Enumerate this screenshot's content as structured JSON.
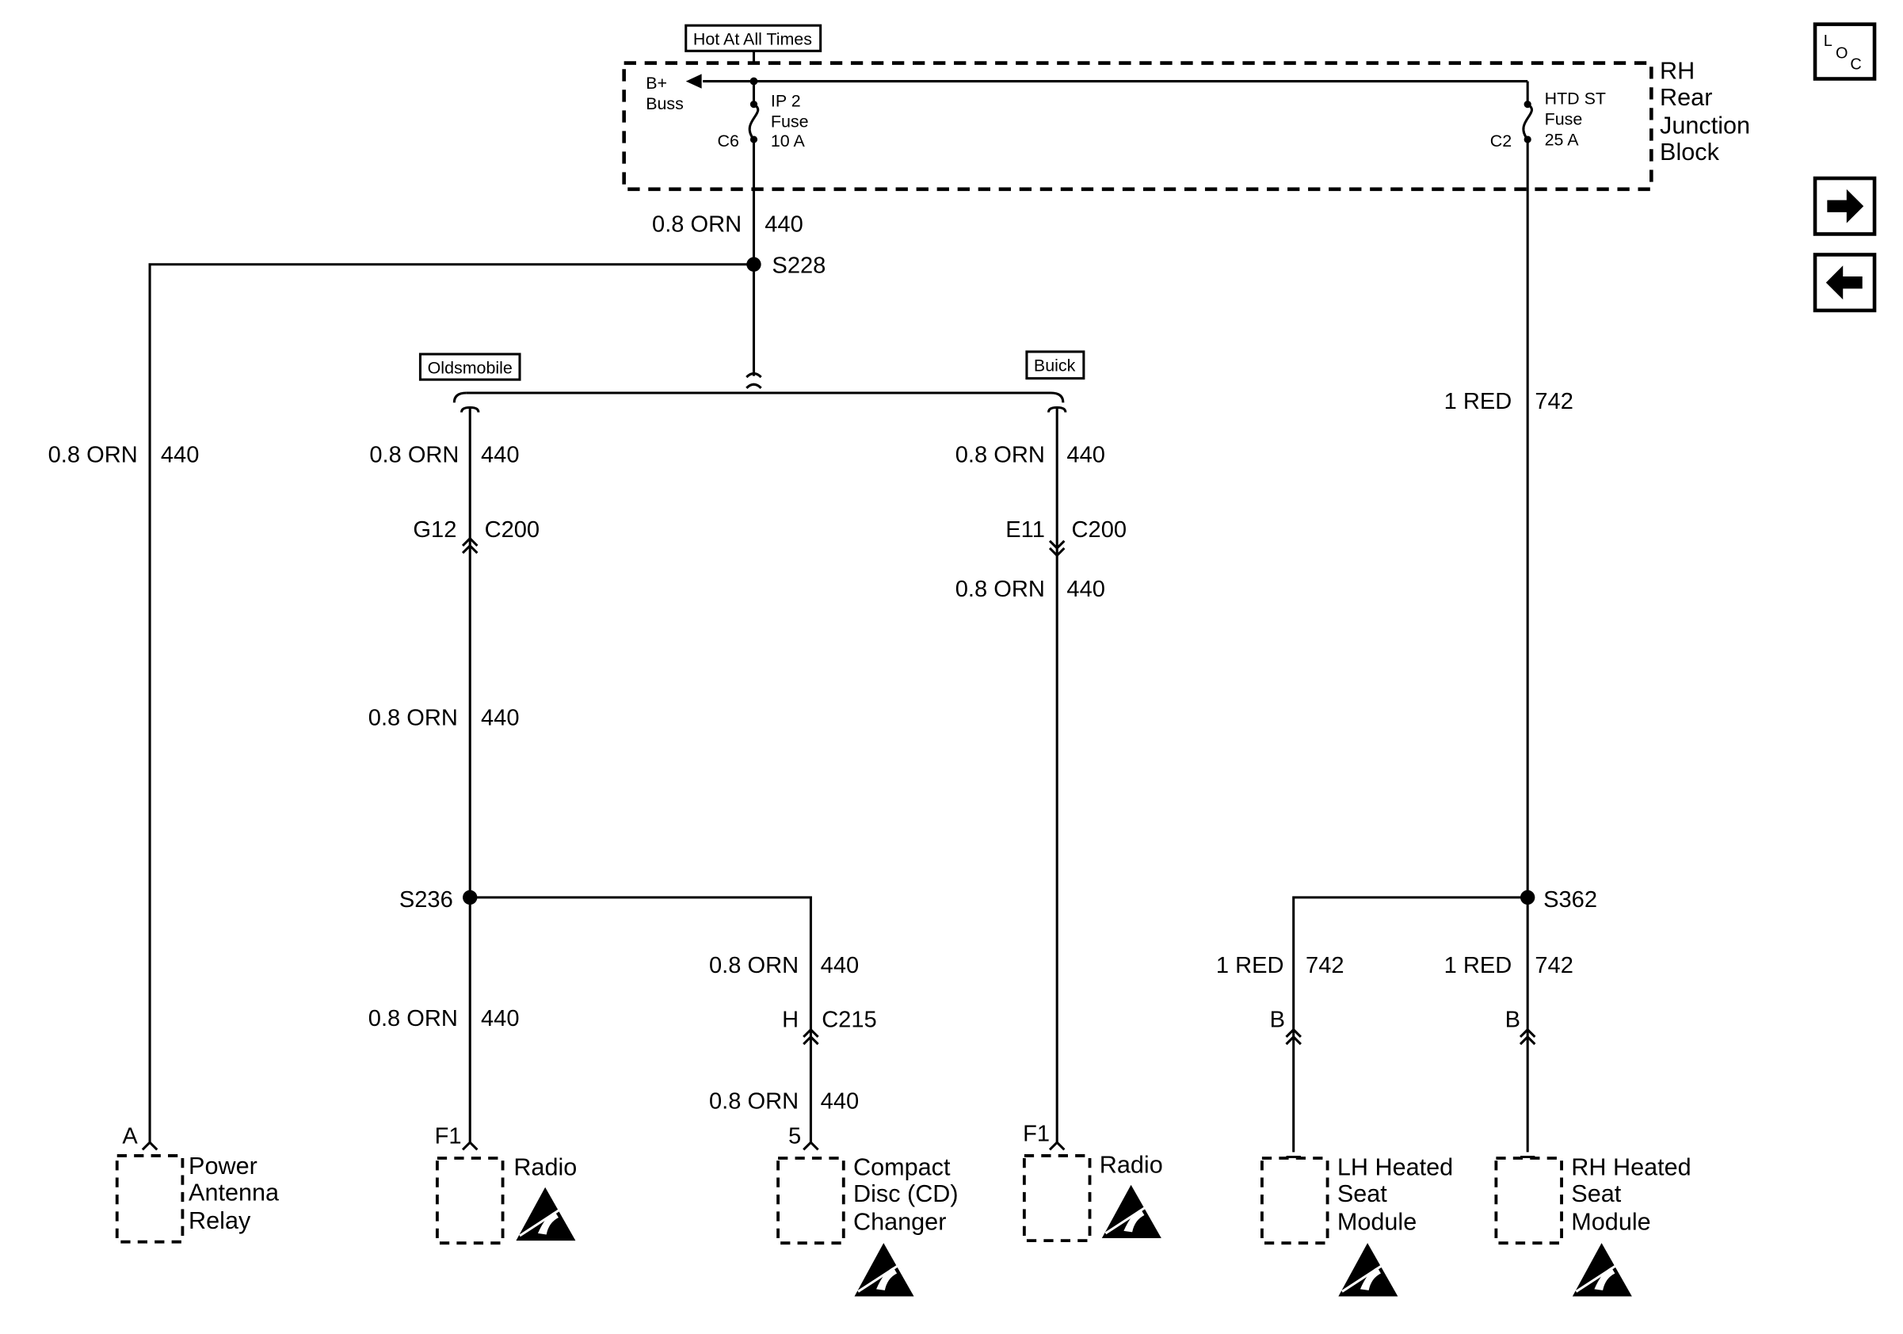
{
  "junction_block": {
    "hot_label": "Hot At All Times",
    "title_lines": [
      "RH",
      "Rear",
      "Junction",
      "Block"
    ],
    "bplus_lines": [
      "B+",
      "Buss"
    ],
    "fuse1_lines": [
      "IP 2",
      "Fuse",
      "10 A"
    ],
    "fuse1_conn": "C6",
    "fuse2_lines": [
      "HTD ST",
      "Fuse",
      "25 A"
    ],
    "fuse2_conn": "C2"
  },
  "nav": {
    "loc_button_text": "L O C",
    "next_icon": "right-arrow-icon",
    "prev_icon": "left-arrow-icon"
  },
  "options": {
    "oldsmobile": "Oldsmobile",
    "buick": "Buick"
  },
  "splices": {
    "s228": "S228",
    "s236": "S236",
    "s362": "S362"
  },
  "wires": {
    "w440_top": {
      "size": "0.8 ORN",
      "circuit": "440"
    },
    "w440_antenna": {
      "size": "0.8 ORN",
      "circuit": "440"
    },
    "w440_olds1": {
      "size": "0.8 ORN",
      "circuit": "440"
    },
    "w440_olds2": {
      "size": "0.8 ORN",
      "circuit": "440"
    },
    "w440_olds3": {
      "size": "0.8 ORN",
      "circuit": "440"
    },
    "w440_cd1": {
      "size": "0.8 ORN",
      "circuit": "440"
    },
    "w440_cd2": {
      "size": "0.8 ORN",
      "circuit": "440"
    },
    "w440_buick1": {
      "size": "0.8 ORN",
      "circuit": "440"
    },
    "w440_buick2": {
      "size": "0.8 ORN",
      "circuit": "440"
    },
    "w742_main": {
      "size": "1 RED",
      "circuit": "742"
    },
    "w742_lh": {
      "size": "1 RED",
      "circuit": "742"
    },
    "w742_rh": {
      "size": "1 RED",
      "circuit": "742"
    }
  },
  "connectors": {
    "olds_c200": {
      "pin": "G12",
      "conn": "C200"
    },
    "buick_c200": {
      "pin": "E11",
      "conn": "C200"
    },
    "cd_c215": {
      "pin": "H",
      "conn": "C215"
    },
    "lh_b": "B",
    "rh_b": "B"
  },
  "components": {
    "antenna": {
      "pin": "A",
      "lines": [
        "Power",
        "Antenna",
        "Relay"
      ]
    },
    "radio_olds": {
      "pin": "F1",
      "lines": [
        "Radio"
      ]
    },
    "cd": {
      "pin": "5",
      "lines": [
        "Compact",
        "Disc (CD)",
        "Changer"
      ]
    },
    "radio_buick": {
      "pin": "F1",
      "lines": [
        "Radio"
      ]
    },
    "lh_seat": {
      "lines": [
        "LH Heated",
        "Seat",
        "Module"
      ]
    },
    "rh_seat": {
      "lines": [
        "RH Heated",
        "Seat",
        "Module"
      ]
    }
  },
  "esd_icon": "esd-warning-icon"
}
